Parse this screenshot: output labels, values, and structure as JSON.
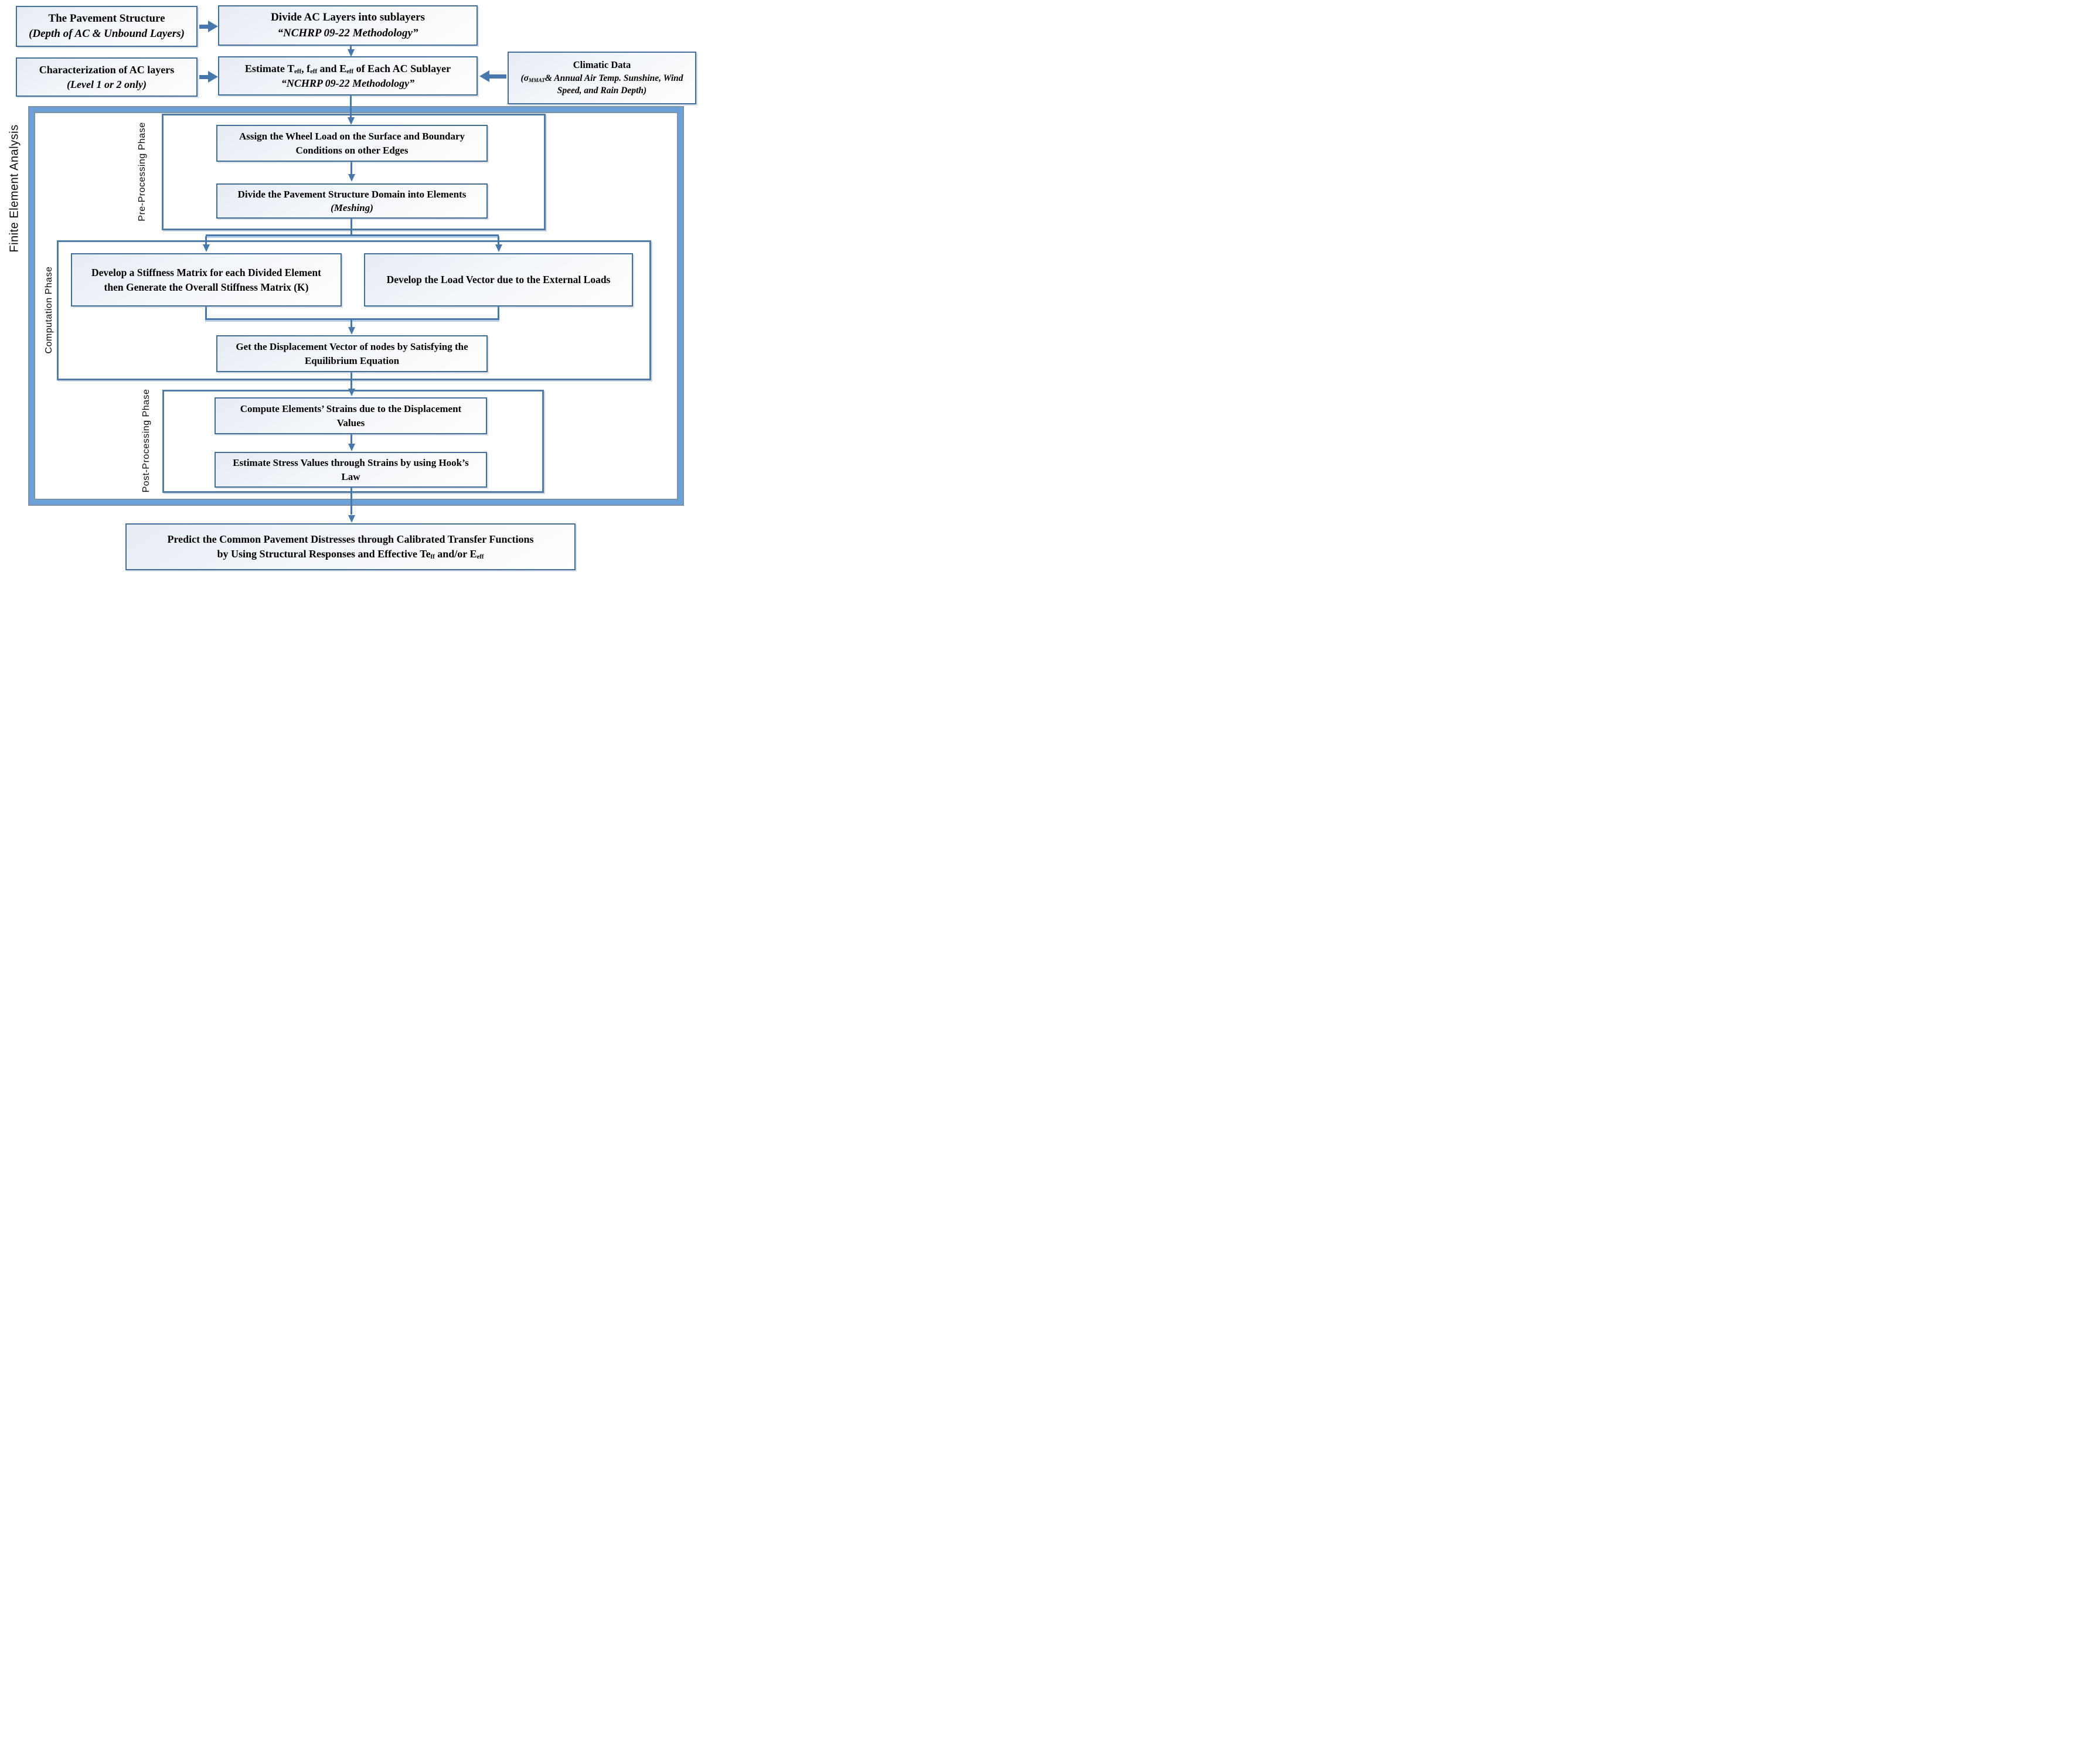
{
  "colors": {
    "box_border": "#426E99",
    "outer_band": "#6BA0D8",
    "connector": "#4878AB"
  },
  "boxes": {
    "pavement": {
      "title": "The Pavement Structure",
      "subtitle": "(Depth of AC & Unbound Layers)"
    },
    "divide_ac": {
      "title": "Divide AC Layers into sublayers",
      "subtitle": "“NCHRP 09-22 Methodology”"
    },
    "characterization": {
      "title": "Characterization of AC layers",
      "subtitle": "(Level 1 or 2 only)"
    },
    "estimate": {
      "t1": "Estimate T",
      "s1": "eff",
      "t2": ", f",
      "s2": "eff",
      "t3": " and E",
      "s3": "eff",
      "t4": " of Each AC Sublayer",
      "subtitle": "“NCHRP 09-22 Methodology”"
    },
    "climatic": {
      "title": "Climatic Data",
      "sub_pre": "(σ",
      "sub_sub": "MMAT",
      "sub_rest": "& Annual Air Temp. Sunshine, Wind Speed, and Rain Depth)"
    },
    "assign": {
      "text": "Assign the Wheel Load on the Surface and Boundary Conditions on other Edges"
    },
    "mesh": {
      "t1": "Divide the Pavement Structure Domain into Elements ",
      "t2": "(Meshing)"
    },
    "stiffness": {
      "text": "Develop a Stiffness Matrix for each Divided Element then Generate the Overall Stiffness Matrix (K)"
    },
    "load_vector": {
      "text": "Develop the Load Vector due to the External Loads"
    },
    "displacement": {
      "text": "Get the Displacement Vector of nodes by Satisfying the Equilibrium Equation"
    },
    "strains": {
      "text": "Compute Elements’ Strains due to the Displacement Values"
    },
    "stress": {
      "text": "Estimate Stress Values through Strains by using Hook’s Law"
    },
    "predict": {
      "line1": "Predict the Common Pavement Distresses through Calibrated Transfer Functions",
      "p1": "by Using Structural Responses and Effective Te",
      "ps1": "ff",
      "p2": " and/or E",
      "ps2": "eff"
    }
  },
  "labels": {
    "fea": "Finite Element Analysis",
    "pre": "Pre-Processing Phase",
    "comp": "Computation Phase",
    "post": "Post-Processing Phase"
  }
}
